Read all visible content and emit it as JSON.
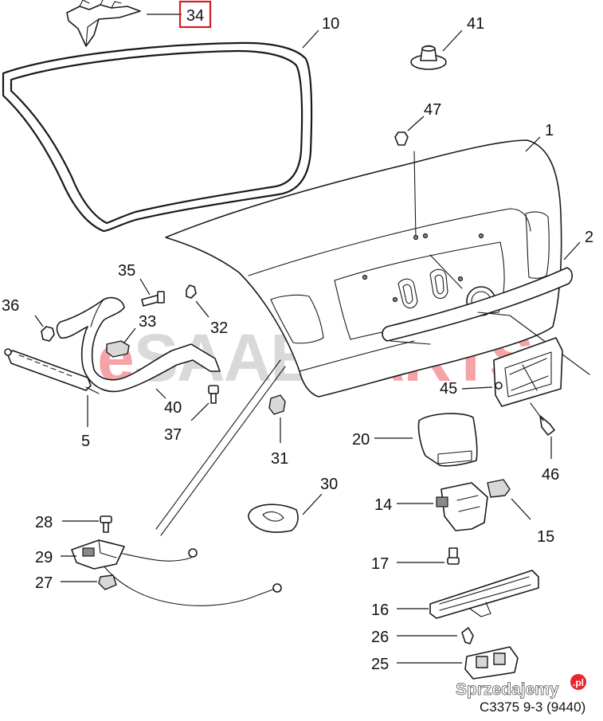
{
  "diagram": {
    "highlight_color": "#d0202a",
    "watermark_color": "#e8262e",
    "watermark": {
      "prefix": "e",
      "grey": "SAAB",
      "suffix": "PARTS"
    },
    "footer_code": "C3375 9-3 (9440)",
    "site_mark": "Sprzedajemy",
    "site_mark_dot": ".pl",
    "callouts": [
      {
        "id": "34",
        "text": "34",
        "highlighted": true
      },
      {
        "id": "10",
        "text": "10"
      },
      {
        "id": "41",
        "text": "41"
      },
      {
        "id": "47",
        "text": "47"
      },
      {
        "id": "1",
        "text": "1"
      },
      {
        "id": "2",
        "text": "2"
      },
      {
        "id": "35",
        "text": "35"
      },
      {
        "id": "36",
        "text": "36"
      },
      {
        "id": "33",
        "text": "33"
      },
      {
        "id": "32",
        "text": "32"
      },
      {
        "id": "40",
        "text": "40"
      },
      {
        "id": "37",
        "text": "37"
      },
      {
        "id": "5",
        "text": "5"
      },
      {
        "id": "45",
        "text": "45"
      },
      {
        "id": "20",
        "text": "20"
      },
      {
        "id": "31",
        "text": "31"
      },
      {
        "id": "46",
        "text": "46"
      },
      {
        "id": "30",
        "text": "30"
      },
      {
        "id": "14",
        "text": "14"
      },
      {
        "id": "15",
        "text": "15"
      },
      {
        "id": "28",
        "text": "28"
      },
      {
        "id": "29",
        "text": "29"
      },
      {
        "id": "27",
        "text": "27"
      },
      {
        "id": "17",
        "text": "17"
      },
      {
        "id": "16",
        "text": "16"
      },
      {
        "id": "26",
        "text": "26"
      },
      {
        "id": "25",
        "text": "25"
      }
    ]
  }
}
